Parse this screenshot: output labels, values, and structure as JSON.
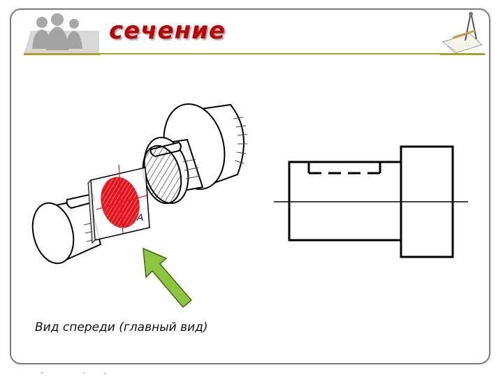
{
  "slide": {
    "title": "сечение",
    "caption": "Вид спереди (главный вид)"
  },
  "figure": {
    "cutting_plane_label": "A",
    "colors": {
      "section": "#e8141c",
      "arrow": "#8cc63f",
      "outline": "#000000",
      "title": "#c00000"
    }
  },
  "icons": {
    "logo": "people-silhouette-logo-icon",
    "corner": "drawing-tools-icon"
  }
}
